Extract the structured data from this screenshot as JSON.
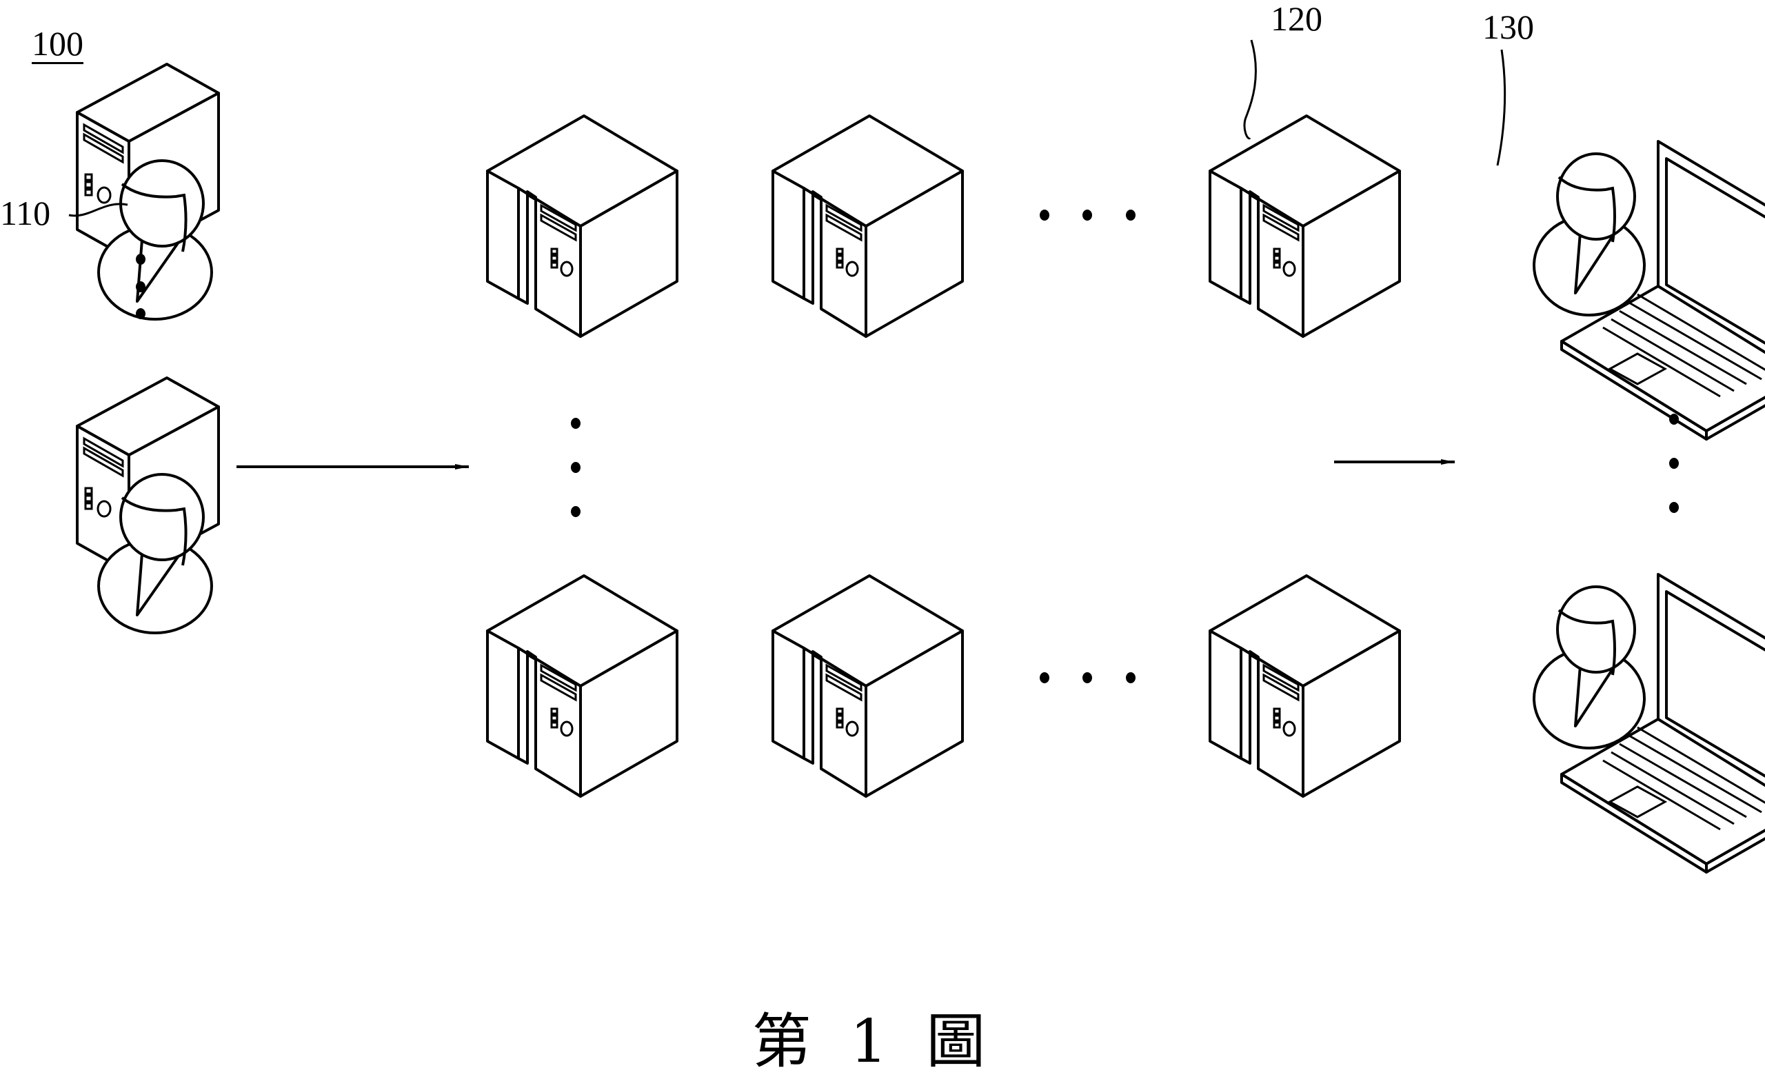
{
  "figure": {
    "system_label": "100",
    "caption": {
      "prefix": "第",
      "number": "1",
      "suffix": "圖"
    }
  },
  "groups": {
    "clients": {
      "ref": "110",
      "kind": "user-with-desktop",
      "rows_drawn": 2,
      "ellipsis": "vertical"
    },
    "servers": {
      "ref": "120",
      "kind": "server-cluster",
      "rows_drawn": 2,
      "columns_drawn": 3,
      "ellipsis_h": "horizontal",
      "ellipsis_v": "vertical"
    },
    "end_users": {
      "ref": "130",
      "kind": "user-with-laptop",
      "rows_drawn": 2,
      "ellipsis": "vertical"
    }
  },
  "flows": [
    {
      "from": "clients",
      "to": "servers"
    },
    {
      "from": "servers",
      "to": "end_users"
    }
  ],
  "colors": {
    "ink": "#000000",
    "paper": "#ffffff"
  }
}
